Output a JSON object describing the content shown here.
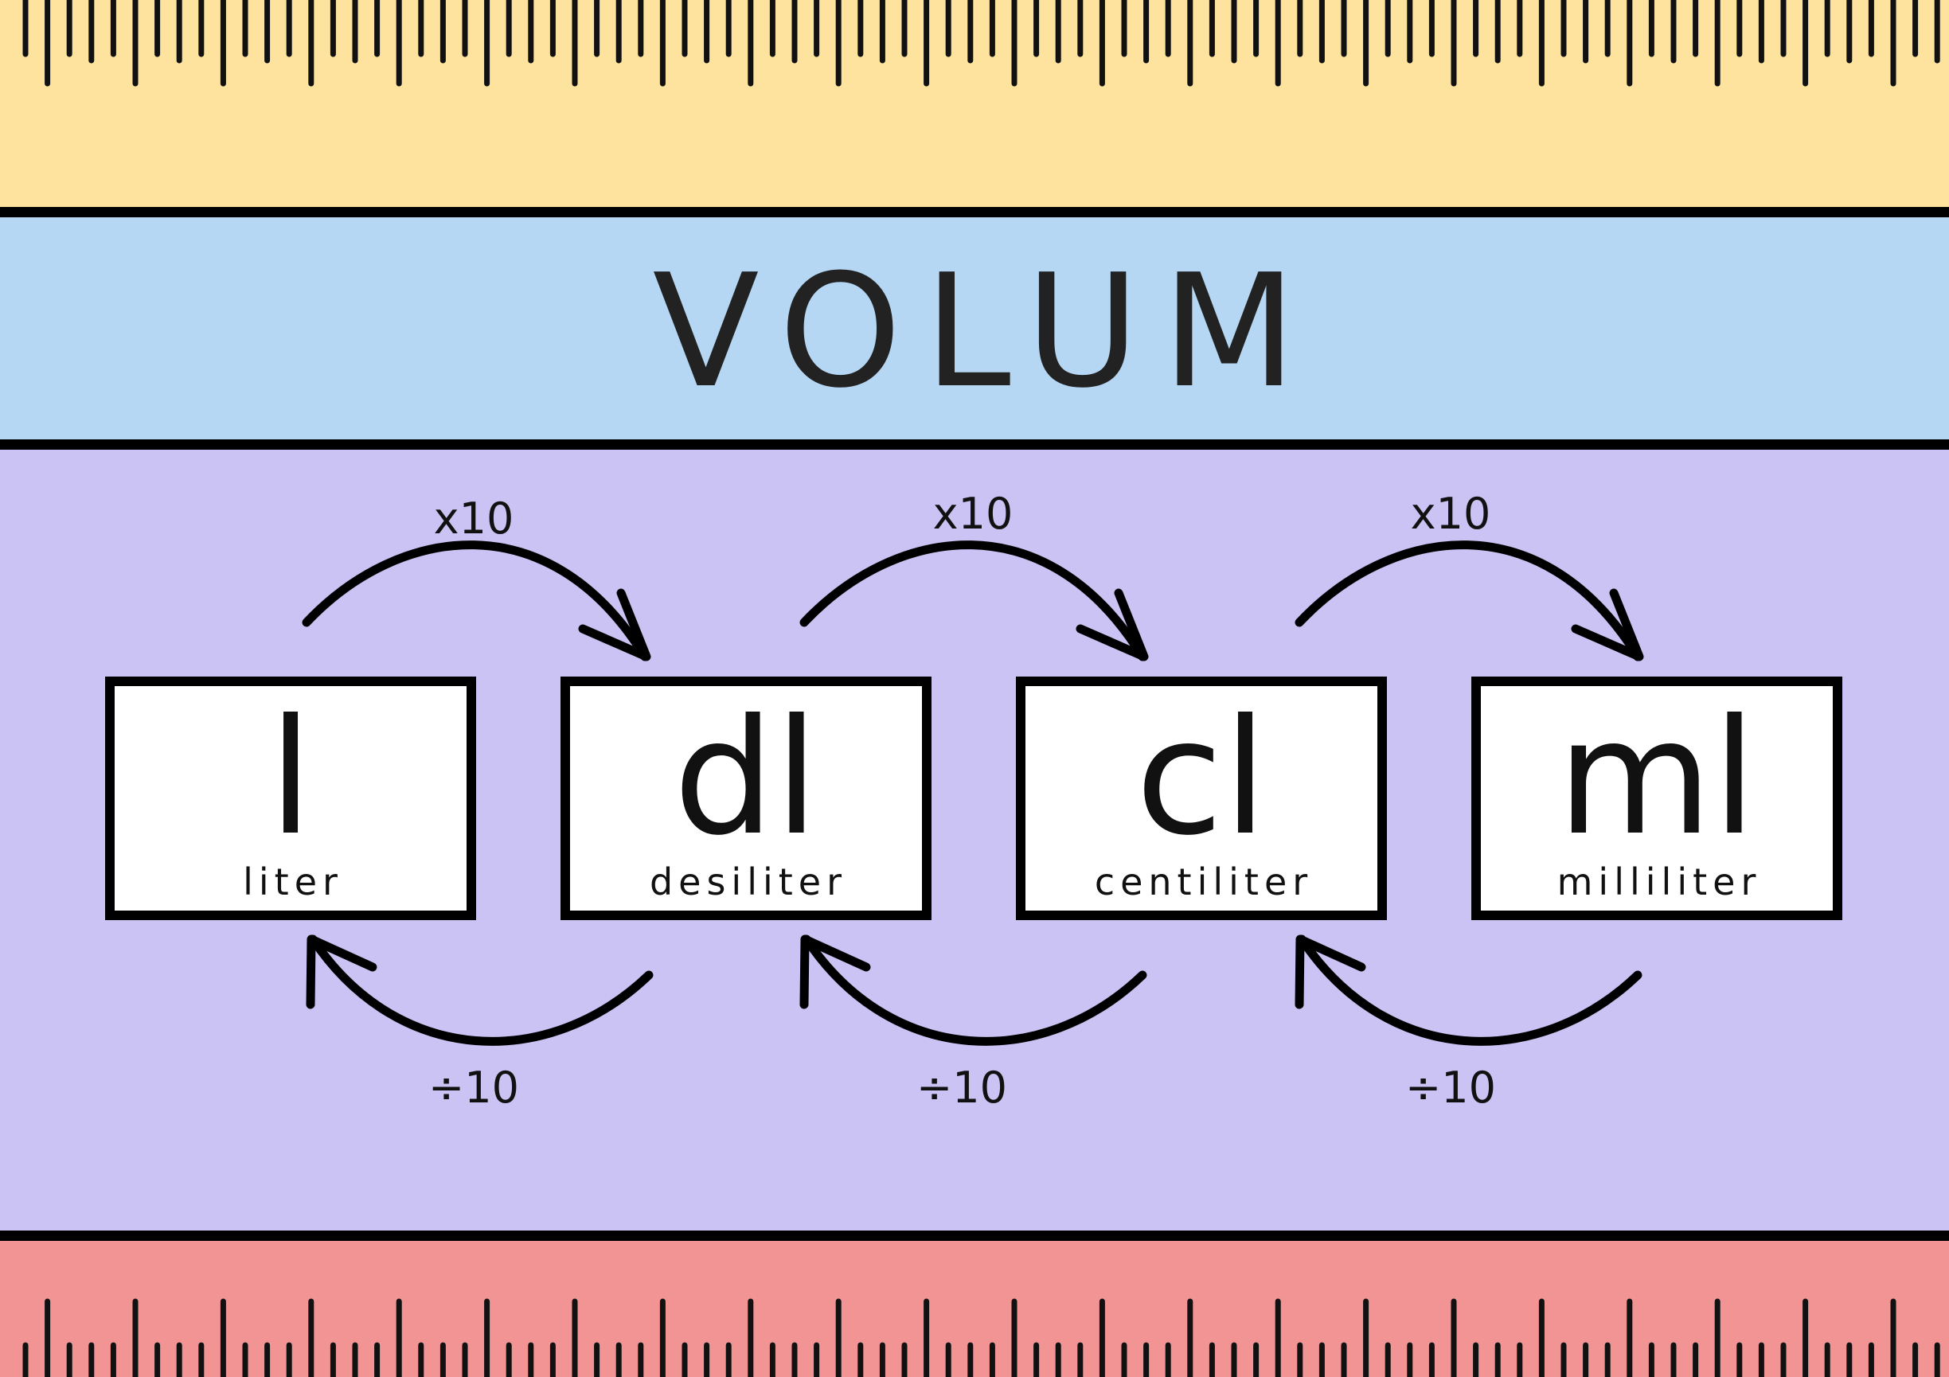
{
  "title": "VOLUM",
  "colors": {
    "ruler_top": "#FDE39E",
    "title_band": "#B5D7F3",
    "main_panel": "#CBC3F4",
    "ruler_bottom": "#F29494",
    "border": "#000000",
    "box_fill": "#FFFFFF"
  },
  "units": [
    {
      "symbol": "l",
      "name": "liter"
    },
    {
      "symbol": "dl",
      "name": "desiliter"
    },
    {
      "symbol": "cl",
      "name": "centiliter"
    },
    {
      "symbol": "ml",
      "name": "milliliter"
    }
  ],
  "conversions": {
    "multiply": [
      "x10",
      "x10",
      "x10"
    ],
    "divide": [
      "÷10",
      "÷10",
      "÷10"
    ]
  }
}
